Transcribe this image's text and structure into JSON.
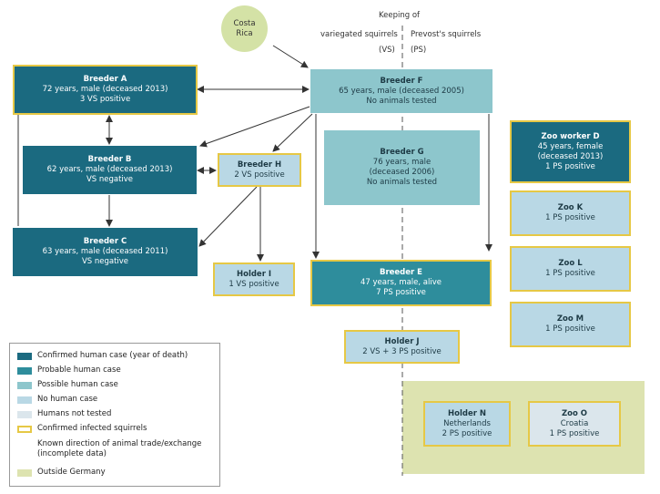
{
  "header": {
    "keeping_of": "Keeping of",
    "vs": "variegated squirrels",
    "vs_abbr": "(VS)",
    "ps": "Prevost's squirrels",
    "ps_abbr": "(PS)"
  },
  "costa_rica": "Costa Rica",
  "nodes": {
    "breeder_a": {
      "title": "Breeder A",
      "lines": [
        "72 years, male (deceased 2013)",
        "3 VS positive"
      ]
    },
    "breeder_b": {
      "title": "Breeder B",
      "lines": [
        "62 years, male (deceased 2013)",
        "VS negative"
      ]
    },
    "breeder_c": {
      "title": "Breeder C",
      "lines": [
        "63 years, male (deceased 2011)",
        "VS negative"
      ]
    },
    "breeder_h": {
      "title": "Breeder H",
      "lines": [
        "2 VS positive"
      ]
    },
    "holder_i": {
      "title": "Holder I",
      "lines": [
        "1 VS positive"
      ]
    },
    "breeder_f": {
      "title": "Breeder F",
      "lines": [
        "65 years, male (deceased 2005)",
        "No animals tested"
      ]
    },
    "breeder_g": {
      "title": "Breeder G",
      "lines": [
        "76 years, male",
        "(deceased 2006)",
        "No animals tested"
      ]
    },
    "breeder_e": {
      "title": "Breeder E",
      "lines": [
        "47 years, male, alive",
        "7 PS positive"
      ]
    },
    "holder_j": {
      "title": "Holder J",
      "lines": [
        "2 VS + 3 PS positive"
      ]
    },
    "zoo_worker_d": {
      "title": "Zoo worker D",
      "lines": [
        "45 years, female",
        "(deceased 2013)",
        "1 PS positive"
      ]
    },
    "zoo_k": {
      "title": "Zoo K",
      "lines": [
        "1 PS positive"
      ]
    },
    "zoo_l": {
      "title": "Zoo L",
      "lines": [
        "1 PS positive"
      ]
    },
    "zoo_m": {
      "title": "Zoo M",
      "lines": [
        "1 PS positive"
      ]
    },
    "holder_n": {
      "title": "Holder N",
      "lines": [
        "Netherlands",
        "2 PS positive"
      ]
    },
    "zoo_o": {
      "title": "Zoo O",
      "lines": [
        "Croatia",
        "1 PS positive"
      ]
    }
  },
  "legend": [
    {
      "label": "Confirmed human case (year of death)",
      "color": "#1b6a80"
    },
    {
      "label": "Probable human case",
      "color": "#2e8d9c"
    },
    {
      "label": "Possible human case",
      "color": "#8dc6cc"
    },
    {
      "label": "No human case",
      "color": "#b9d8e5"
    },
    {
      "label": "Humans not tested",
      "color": "#dbe6ec"
    },
    {
      "label": "Confirmed infected squirrels",
      "color": "#e6c845"
    },
    {
      "label": "Known direction of animal trade/exchange",
      "label2": "(incomplete data)"
    },
    {
      "label": "Outside Germany",
      "color": "#dde3b0"
    }
  ],
  "colors": {
    "confirmed": "#1b6a80",
    "probable": "#2e8d9c",
    "possible": "#8dc6cc",
    "no_case": "#b9d8e5",
    "not_tested": "#dbe6ec",
    "infected_border": "#e6c845",
    "outside_germany": "#dde3b0",
    "costa_rica": "#d4e2a6"
  }
}
